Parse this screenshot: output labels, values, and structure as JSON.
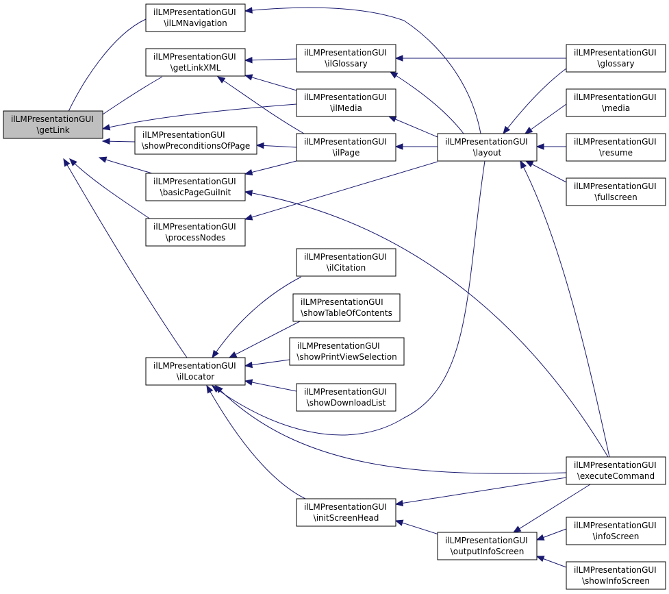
{
  "diagram": {
    "nodes": [
      {
        "id": "getLink",
        "line1": "ilLMPresentationGUI",
        "line2": "\\getLink",
        "highlighted": true
      },
      {
        "id": "ilLMNavigation",
        "line1": "ilLMPresentationGUI",
        "line2": "\\ilLMNavigation"
      },
      {
        "id": "getLinkXML",
        "line1": "ilLMPresentationGUI",
        "line2": "\\getLinkXML"
      },
      {
        "id": "showPreconditionsOfPage",
        "line1": "ilLMPresentationGUI",
        "line2": "\\showPreconditionsOfPage"
      },
      {
        "id": "basicPageGuiInit",
        "line1": "ilLMPresentationGUI",
        "line2": "\\basicPageGuiInit"
      },
      {
        "id": "processNodes",
        "line1": "ilLMPresentationGUI",
        "line2": "\\processNodes"
      },
      {
        "id": "ilLocator",
        "line1": "ilLMPresentationGUI",
        "line2": "\\ilLocator"
      },
      {
        "id": "ilGlossary",
        "line1": "ilLMPresentationGUI",
        "line2": "\\ilGlossary"
      },
      {
        "id": "ilMedia",
        "line1": "ilLMPresentationGUI",
        "line2": "\\ilMedia"
      },
      {
        "id": "ilPage",
        "line1": "ilLMPresentationGUI",
        "line2": "\\ilPage"
      },
      {
        "id": "ilCitation",
        "line1": "ilLMPresentationGUI",
        "line2": "\\ilCitation"
      },
      {
        "id": "showTableOfContents",
        "line1": "ilLMPresentationGUI",
        "line2": "\\showTableOfContents"
      },
      {
        "id": "showPrintViewSelection",
        "line1": "ilLMPresentationGUI",
        "line2": "\\showPrintViewSelection"
      },
      {
        "id": "showDownloadList",
        "line1": "ilLMPresentationGUI",
        "line2": "\\showDownloadList"
      },
      {
        "id": "initScreenHead",
        "line1": "ilLMPresentationGUI",
        "line2": "\\initScreenHead"
      },
      {
        "id": "layout",
        "line1": "ilLMPresentationGUI",
        "line2": "\\layout"
      },
      {
        "id": "outputInfoScreen",
        "line1": "ilLMPresentationGUI",
        "line2": "\\outputInfoScreen"
      },
      {
        "id": "glossary",
        "line1": "ilLMPresentationGUI",
        "line2": "\\glossary"
      },
      {
        "id": "media",
        "line1": "ilLMPresentationGUI",
        "line2": "\\media"
      },
      {
        "id": "resume",
        "line1": "ilLMPresentationGUI",
        "line2": "\\resume"
      },
      {
        "id": "fullscreen",
        "line1": "ilLMPresentationGUI",
        "line2": "\\fullscreen"
      },
      {
        "id": "executeCommand",
        "line1": "ilLMPresentationGUI",
        "line2": "\\executeCommand"
      },
      {
        "id": "infoScreen",
        "line1": "ilLMPresentationGUI",
        "line2": "\\infoScreen"
      },
      {
        "id": "showInfoScreen",
        "line1": "ilLMPresentationGUI",
        "line2": "\\showInfoScreen"
      }
    ],
    "edges": [
      {
        "from": "ilLMNavigation",
        "to": "getLink"
      },
      {
        "from": "getLinkXML",
        "to": "getLink"
      },
      {
        "from": "ilMedia",
        "to": "getLink"
      },
      {
        "from": "showPreconditionsOfPage",
        "to": "getLink"
      },
      {
        "from": "basicPageGuiInit",
        "to": "getLink"
      },
      {
        "from": "processNodes",
        "to": "getLink"
      },
      {
        "from": "ilLocator",
        "to": "getLink"
      },
      {
        "from": "ilGlossary",
        "to": "getLinkXML"
      },
      {
        "from": "ilMedia",
        "to": "getLinkXML"
      },
      {
        "from": "ilPage",
        "to": "getLinkXML"
      },
      {
        "from": "ilPage",
        "to": "showPreconditionsOfPage"
      },
      {
        "from": "ilPage",
        "to": "basicPageGuiInit"
      },
      {
        "from": "executeCommand",
        "to": "basicPageGuiInit"
      },
      {
        "from": "layout",
        "to": "processNodes"
      },
      {
        "from": "ilCitation",
        "to": "ilLocator"
      },
      {
        "from": "showTableOfContents",
        "to": "ilLocator"
      },
      {
        "from": "showPrintViewSelection",
        "to": "ilLocator"
      },
      {
        "from": "showDownloadList",
        "to": "ilLocator"
      },
      {
        "from": "layout",
        "to": "ilLocator"
      },
      {
        "from": "executeCommand",
        "to": "ilLocator"
      },
      {
        "from": "initScreenHead",
        "to": "ilLocator"
      },
      {
        "from": "glossary",
        "to": "ilGlossary"
      },
      {
        "from": "layout",
        "to": "ilGlossary"
      },
      {
        "from": "layout",
        "to": "ilMedia"
      },
      {
        "from": "layout",
        "to": "ilPage"
      },
      {
        "from": "layout",
        "to": "ilLMNavigation"
      },
      {
        "from": "glossary",
        "to": "layout"
      },
      {
        "from": "media",
        "to": "layout"
      },
      {
        "from": "resume",
        "to": "layout"
      },
      {
        "from": "fullscreen",
        "to": "layout"
      },
      {
        "from": "executeCommand",
        "to": "layout"
      },
      {
        "from": "executeCommand",
        "to": "initScreenHead"
      },
      {
        "from": "outputInfoScreen",
        "to": "initScreenHead"
      },
      {
        "from": "executeCommand",
        "to": "outputInfoScreen"
      },
      {
        "from": "infoScreen",
        "to": "outputInfoScreen"
      },
      {
        "from": "showInfoScreen",
        "to": "outputInfoScreen"
      }
    ]
  }
}
